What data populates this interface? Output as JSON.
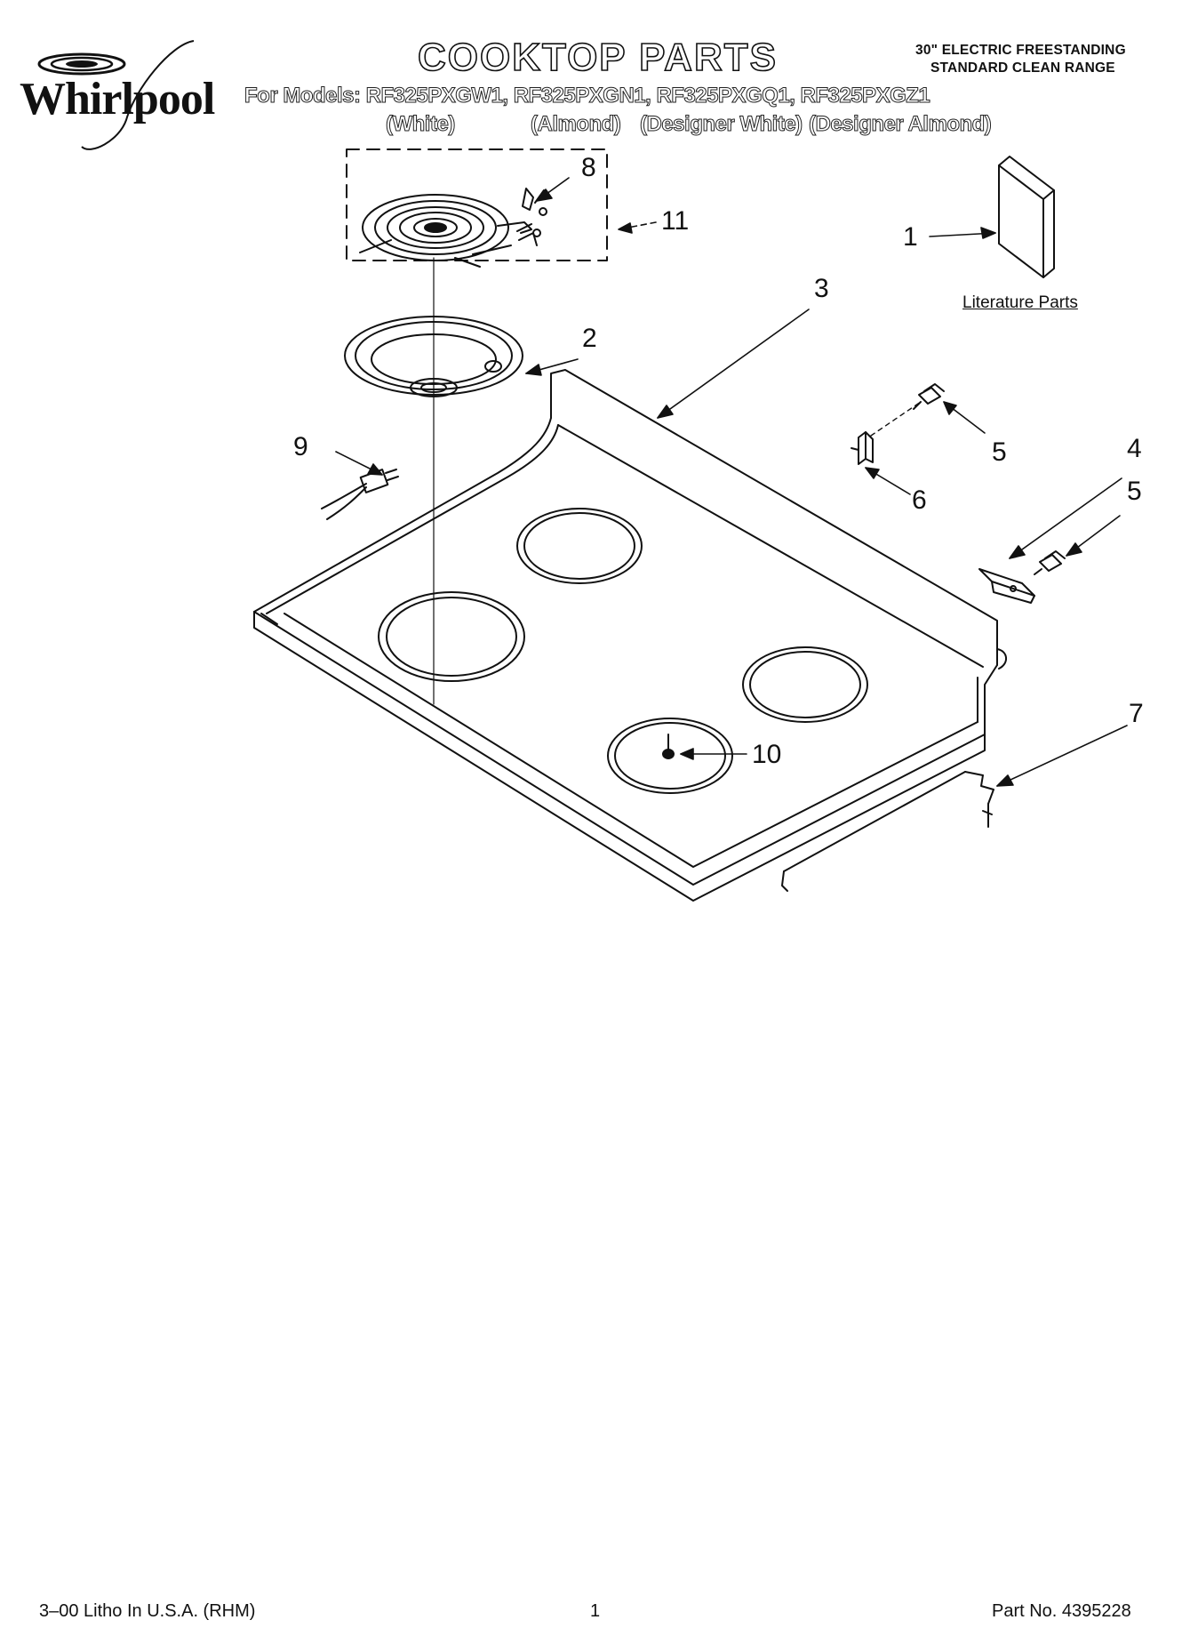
{
  "brand": {
    "name": "Whirlpool"
  },
  "header": {
    "title": "COOKTOP PARTS",
    "models_line": "For Models: RF325PXGW1, RF325PXGN1, RF325PXGQ1, RF325PXGZ1",
    "variants": [
      "(White)",
      "(Almond)",
      "(Designer White)",
      "(Designer Almond)"
    ],
    "range_type_line1": "30\" ELECTRIC FREESTANDING",
    "range_type_line2": "STANDARD CLEAN RANGE"
  },
  "diagram": {
    "literature_label": "Literature Parts",
    "callouts": [
      "1",
      "2",
      "3",
      "4",
      "5",
      "5",
      "6",
      "7",
      "8",
      "9",
      "10",
      "11"
    ]
  },
  "footer": {
    "litho": "3–00 Litho In U.S.A. (RHM)",
    "page_number": "1",
    "part_number": "Part No. 4395228"
  }
}
